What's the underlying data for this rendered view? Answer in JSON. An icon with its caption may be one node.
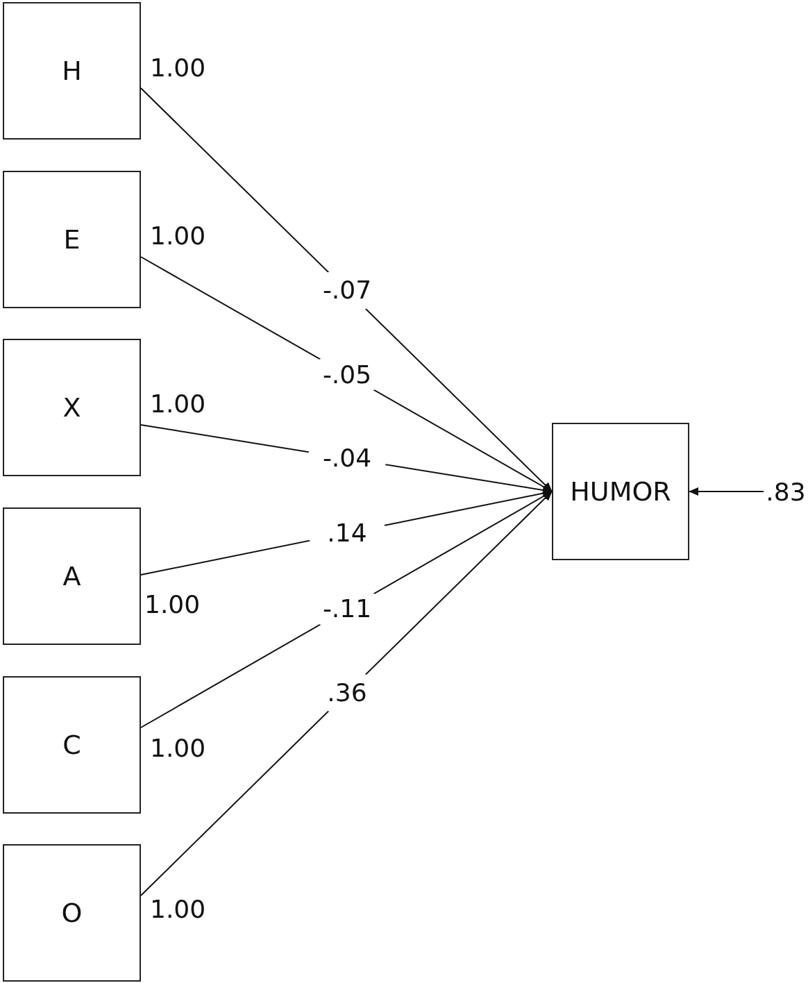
{
  "diagram": {
    "nodes": [
      {
        "text": [
          "H"
        ],
        "beside": [
          "1.00"
        ]
      },
      {
        "text": [
          "E"
        ],
        "beside": [
          "1.00"
        ]
      },
      {
        "text": [
          "X"
        ],
        "beside": [
          "1.00"
        ]
      },
      {
        "text": [
          "A"
        ],
        "beside": [
          "1.00"
        ]
      },
      {
        "text": [
          "C"
        ],
        "beside": [
          "1.00"
        ]
      },
      {
        "text": [
          "O"
        ],
        "beside": [
          "1.00"
        ]
      },
      {
        "text": [
          "HUMOR"
        ]
      },
      {
        "text": [
          ".83"
        ]
      }
    ],
    "edges": [
      {
        "from": 0,
        "to": 6,
        "arrow": "to",
        "label": "-.07"
      },
      {
        "from": 1,
        "to": 6,
        "arrow": "to",
        "label": "-.05"
      },
      {
        "from": 2,
        "to": 6,
        "arrow": "to",
        "label": "-.04"
      },
      {
        "from": 3,
        "to": 6,
        "arrow": "to",
        "label": ".14"
      },
      {
        "from": 4,
        "to": 6,
        "arrow": "to",
        "label": "-.11"
      },
      {
        "from": 5,
        "to": 6,
        "arrow": "to",
        "label": ".36"
      },
      {
        "from": 7,
        "to": 6,
        "arrow": "to"
      }
    ]
  }
}
